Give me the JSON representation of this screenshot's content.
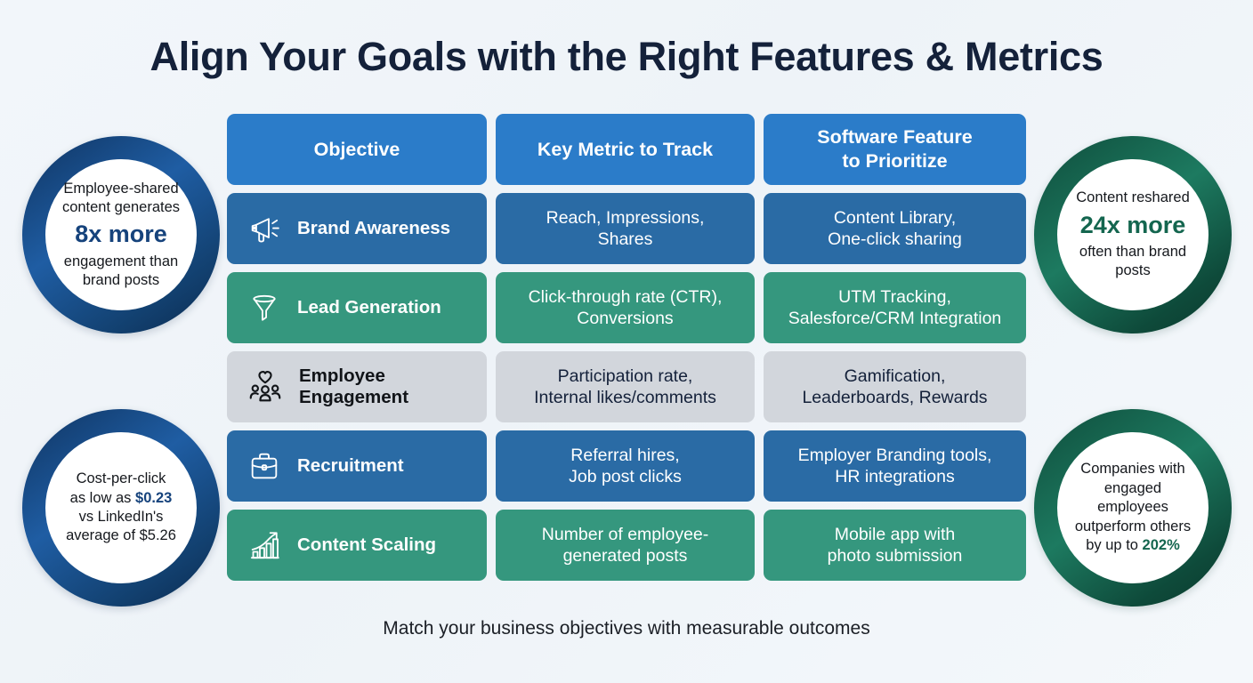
{
  "title": "Align Your Goals with the Right Features & Metrics",
  "footer": "Match your business objectives with measurable outcomes",
  "colors": {
    "header_blue": "#2b7cc9",
    "row_blue": "#2a6ba5",
    "row_green": "#35977e",
    "row_gray": "#d2d6dc",
    "circle_blue": "#16437c",
    "circle_green": "#14664f",
    "background": "#f2f6fa",
    "title_text": "#14213a"
  },
  "table": {
    "headers": {
      "objective": "Objective",
      "metric": "Key Metric to Track",
      "feature": "Software Feature\nto Prioritize"
    },
    "rows": [
      {
        "objective": "Brand Awareness",
        "icon": "megaphone-icon",
        "metric": "Reach, Impressions,\nShares",
        "feature": "Content Library,\nOne-click sharing",
        "theme": "blue"
      },
      {
        "objective": "Lead Generation",
        "icon": "funnel-icon",
        "metric": "Click-through rate (CTR),\nConversions",
        "feature": "UTM Tracking,\nSalesforce/CRM Integration",
        "theme": "green"
      },
      {
        "objective": "Employee\nEngagement",
        "icon": "heart-people-icon",
        "metric": "Participation rate,\nInternal likes/comments",
        "feature": "Gamification,\nLeaderboards, Rewards",
        "theme": "gray"
      },
      {
        "objective": "Recruitment",
        "icon": "briefcase-icon",
        "metric": "Referral hires,\nJob post clicks",
        "feature": "Employer Branding tools,\nHR integrations",
        "theme": "blue"
      },
      {
        "objective": "Content Scaling",
        "icon": "growth-chart-icon",
        "metric": "Number of employee-\ngenerated posts",
        "feature": "Mobile app with\nphoto submission",
        "theme": "green"
      }
    ]
  },
  "stats": {
    "top_left": {
      "line1": "Employee-shared",
      "line2": "content generates",
      "highlight": "8x more",
      "line3": "engagement than",
      "line4": "brand posts"
    },
    "bottom_left": {
      "line1": "Cost-per-click",
      "line2_pre": "as low as ",
      "line2_hl": "$0.23",
      "line3": "vs LinkedIn's",
      "line4": "average of $5.26"
    },
    "top_right": {
      "line1": "Content reshared",
      "highlight": "24x more",
      "line2": "often than brand",
      "line3": "posts"
    },
    "bottom_right": {
      "line1": "Companies with",
      "line2": "engaged",
      "line3": "employees",
      "line4": "outperform others",
      "line5_pre": "by up to ",
      "line5_hl": "202%"
    }
  }
}
